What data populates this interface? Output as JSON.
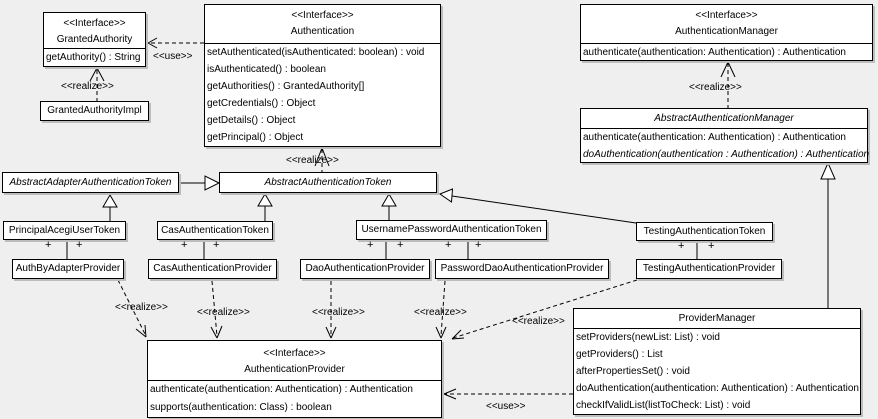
{
  "labels": {
    "use": "<<use>>",
    "realize": "<<realize>>",
    "plus": "+"
  },
  "colors": {
    "background": "#efefef",
    "box_fill": "#ffffff",
    "box_border": "#000000",
    "shadow": "#bdbdbd"
  },
  "classes": {
    "granted_authority": {
      "stereotype": "<<Interface>>",
      "name": "GrantedAuthority",
      "methods": [
        "getAuthority() : String"
      ]
    },
    "granted_authority_impl": {
      "name": "GrantedAuthorityImpl"
    },
    "authentication": {
      "stereotype": "<<Interface>>",
      "name": "Authentication",
      "methods": [
        "setAuthenticated(isAuthenticated: boolean) : void",
        "isAuthenticated() : boolean",
        "getAuthorities() : GrantedAuthority[]",
        "getCredentials() : Object",
        "getDetails() : Object",
        "getPrincipal() : Object"
      ]
    },
    "authentication_manager": {
      "stereotype": "<<Interface>>",
      "name": "AuthenticationManager",
      "methods": [
        "authenticate(authentication: Authentication) : Authentication"
      ]
    },
    "abstract_authentication_manager": {
      "name": "AbstractAuthenticationManager",
      "methods": [
        "authenticate(authentication: Authentication) : Authentication",
        "doAuthentication(authentication : Authentication) : Authentication"
      ]
    },
    "abstract_adapter_authentication_token": {
      "name": "AbstractAdapterAuthenticationToken"
    },
    "abstract_authentication_token": {
      "name": "AbstractAuthenticationToken"
    },
    "principal_acegi_user_token": {
      "name": "PrincipalAcegiUserToken"
    },
    "cas_authentication_token": {
      "name": "CasAuthenticationToken"
    },
    "username_password_authentication_token": {
      "name": "UsernamePasswordAuthenticationToken"
    },
    "testing_authentication_token": {
      "name": "TestingAuthenticationToken"
    },
    "auth_by_adapter_provider": {
      "name": "AuthByAdapterProvider"
    },
    "cas_authentication_provider": {
      "name": "CasAuthenticationProvider"
    },
    "dao_authentication_provider": {
      "name": "DaoAuthenticationProvider"
    },
    "password_dao_authentication_provider": {
      "name": "PasswordDaoAuthenticationProvider"
    },
    "testing_authentication_provider": {
      "name": "TestingAuthenticationProvider"
    },
    "authentication_provider": {
      "stereotype": "<<Interface>>",
      "name": "AuthenticationProvider",
      "methods": [
        "authenticate(authentication: Authentication) : Authentication",
        "supports(authentication: Class) : boolean"
      ]
    },
    "provider_manager": {
      "name": "ProviderManager",
      "methods": [
        "setProviders(newList: List) : void",
        "getProviders() : List",
        "afterPropertiesSet() : void",
        "doAuthentication(authentication: Authentication) : Authentication",
        "checkIfValidList(listToCheck: List) : void"
      ]
    }
  }
}
